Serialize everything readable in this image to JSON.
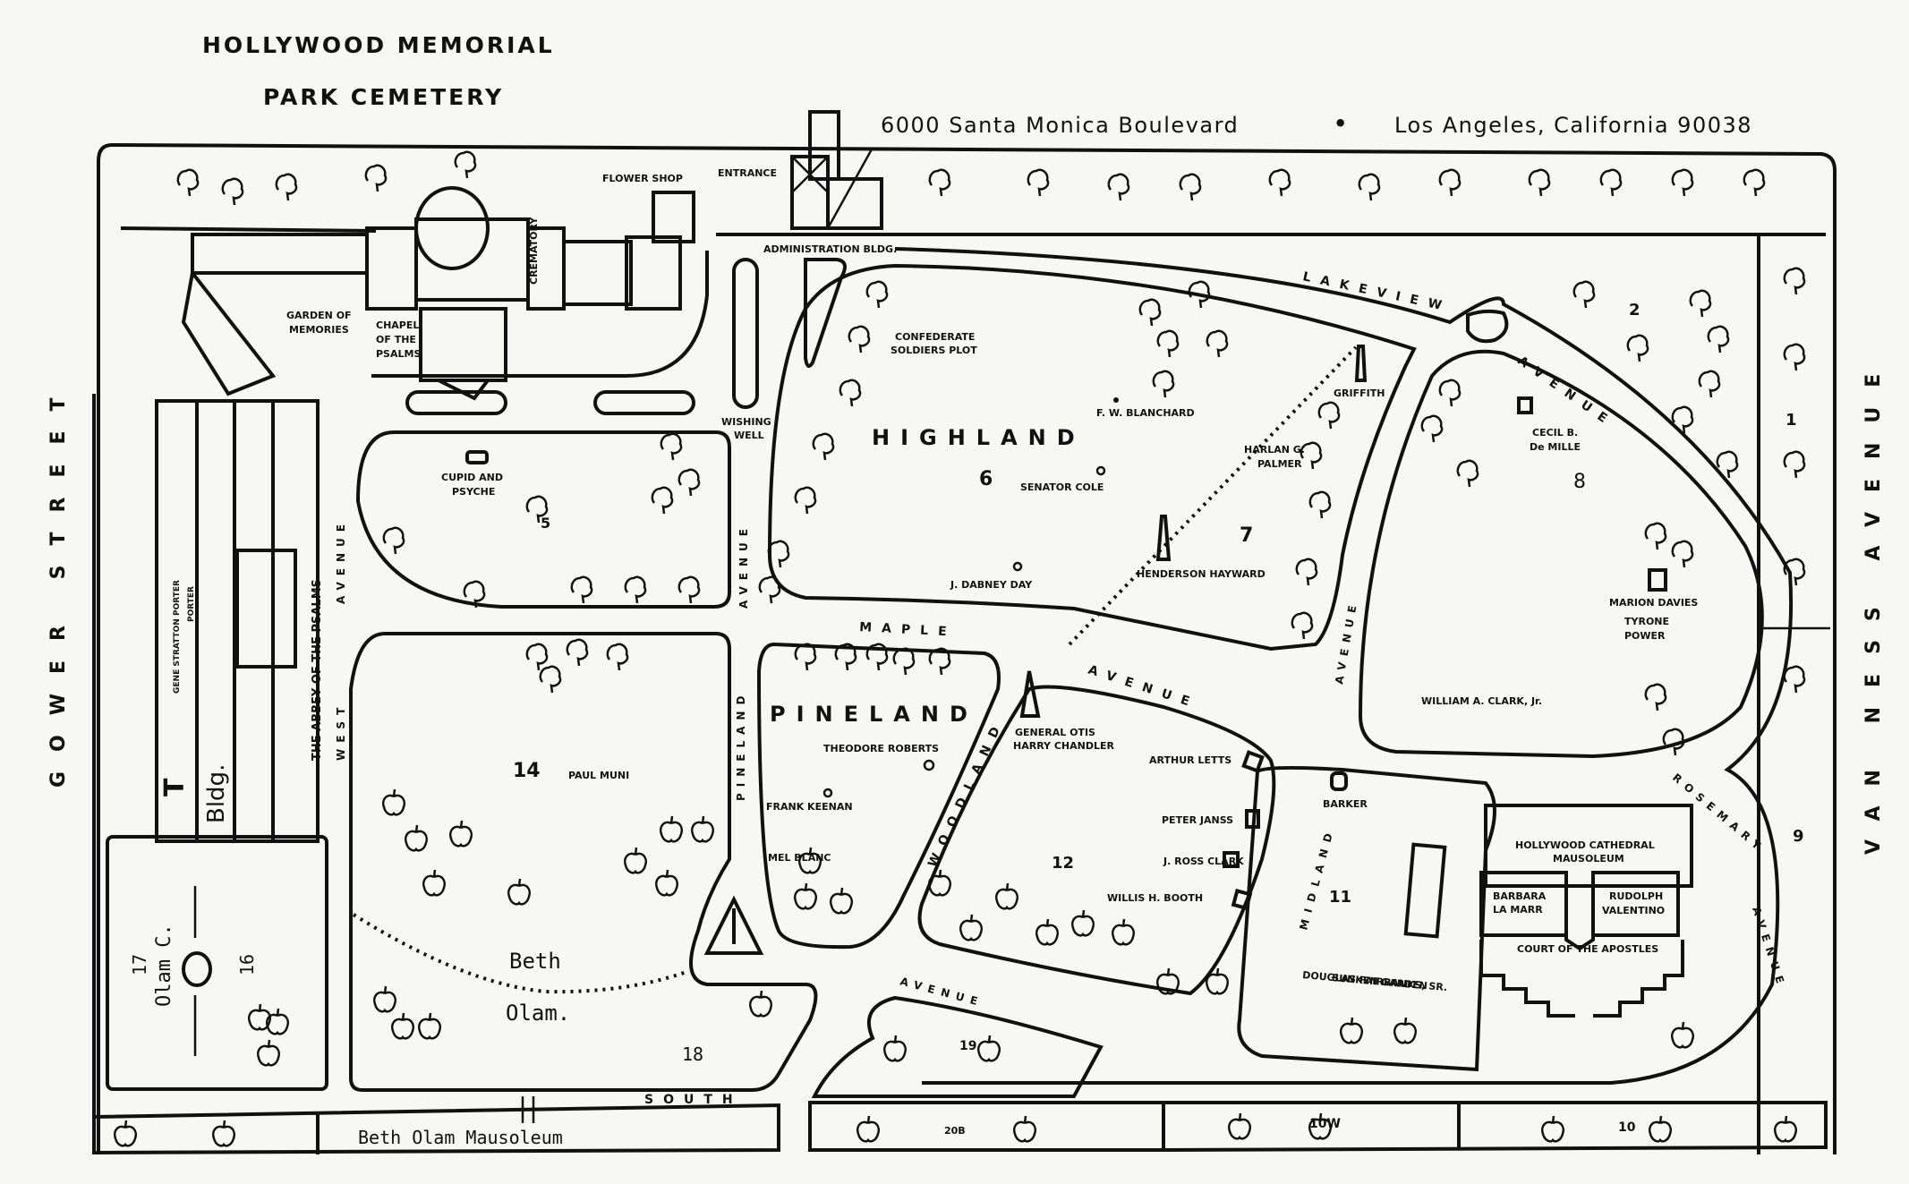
{
  "header": {
    "title_line1": "HOLLYWOOD MEMORIAL",
    "title_line2": "PARK CEMETERY",
    "address": "6000 Santa Monica Boulevard",
    "separator": "•",
    "city": "Los Angeles, California 90038"
  },
  "streets": {
    "gower": "GOWER STREET",
    "van_ness": "VAN NESS AVENUE"
  },
  "avenues": {
    "lakeview": "LAKEVIEW",
    "lakeview_avenue": "AVENUE",
    "maple": "MAPLE",
    "maple_avenue": "AVENUE",
    "west": "WEST",
    "west_avenue": "AVENUE",
    "pineland": "PINELAND",
    "pineland_avenue": "AVENUE",
    "woodland": "WOODLAND",
    "midland": "MIDLAND",
    "midland_avenue": "AVENUE",
    "rosemary": "ROSEMARY",
    "rosemary_avenue": "AVENUE",
    "south": "SOUTH",
    "south_avenue": "AVENUE"
  },
  "areas": {
    "highland": "HIGHLAND",
    "pineland": "PINELAND",
    "beth": "Beth",
    "olam": "Olam."
  },
  "buildings": {
    "flower_shop": "FLOWER SHOP",
    "entrance": "ENTRANCE",
    "administration": "ADMINISTRATION BLDG.",
    "crematory": "CREMATORY",
    "garden_of_memories_1": "GARDEN OF",
    "garden_of_memories_2": "MEMORIES",
    "chapel_1": "CHAPEL",
    "chapel_2": "OF THE",
    "chapel_3": "PSALMS",
    "wishing_well_1": "WISHING",
    "wishing_well_2": "WELL",
    "abbey": "THE ABBEY OF THE PSALMS",
    "t_bldg_t": "T",
    "t_bldg_label": "Bldg.",
    "cathedral_1": "HOLLYWOOD CATHEDRAL",
    "cathedral_2": "MAUSOLEUM",
    "court": "COURT OF THE APOSTLES",
    "sunken_garden": "SUNKEN GARDEN",
    "beth_olam_mausoleum": "Beth Olam Mausoleum"
  },
  "sections": [
    {
      "id": "1",
      "label": "1"
    },
    {
      "id": "2",
      "label": "2"
    },
    {
      "id": "5",
      "label": "5"
    },
    {
      "id": "6",
      "label": "6"
    },
    {
      "id": "7",
      "label": "7"
    },
    {
      "id": "8",
      "label": "8"
    },
    {
      "id": "9",
      "label": "9"
    },
    {
      "id": "11",
      "label": "11"
    },
    {
      "id": "12",
      "label": "12"
    },
    {
      "id": "14",
      "label": "14"
    },
    {
      "id": "16",
      "label": "16"
    },
    {
      "id": "17",
      "label": "17"
    },
    {
      "id": "18",
      "label": "18"
    },
    {
      "id": "19",
      "label": "19"
    },
    {
      "id": "20B",
      "label": "20B"
    },
    {
      "id": "10W",
      "label": "10W"
    },
    {
      "id": "10",
      "label": "10"
    }
  ],
  "olam_c": "Olam C.",
  "graves": {
    "confederate_1": "CONFEDERATE",
    "confederate_2": "SOLDIERS PLOT",
    "cupid_1": "CUPID AND",
    "cupid_2": "PSYCHE",
    "blanchard": "F. W. BLANCHARD",
    "senator_cole": "SENATOR COLE",
    "dabney_day": "J. DABNEY DAY",
    "henderson_hayward": "HENDERSON HAYWARD",
    "griffith": "GRIFFITH",
    "palmer_1": "HARLAN G.",
    "palmer_2": "PALMER",
    "demille_1": "CECIL B.",
    "demille_2": "De MILLE",
    "marion_davies": "MARION DAVIES",
    "tyrone_1": "TYRONE",
    "tyrone_2": "POWER",
    "william_clark": "WILLIAM A. CLARK, Jr.",
    "gene_porter_1": "GENE STRATTON PORTER",
    "gene_porter_2": "PORTER",
    "theodore_roberts": "THEODORE ROBERTS",
    "frank_keenan": "FRANK KEENAN",
    "mel_blanc": "MEL BLANC",
    "paul_muni": "PAUL MUNI",
    "otis_1": "GENERAL OTIS",
    "otis_2": "HARRY CHANDLER",
    "arthur_letts": "ARTHUR LETTS",
    "peter_janss": "PETER JANSS",
    "ross_clark": "J. ROSS CLARK",
    "willis_booth": "WILLIS H. BOOTH",
    "barker": "BARKER",
    "barbara_1": "BARBARA",
    "barbara_2": "LA MARR",
    "valentino_1": "RUDOLPH",
    "valentino_2": "VALENTINO",
    "fairbanks": "DOUGLAS FAIRBANKS, SR."
  }
}
